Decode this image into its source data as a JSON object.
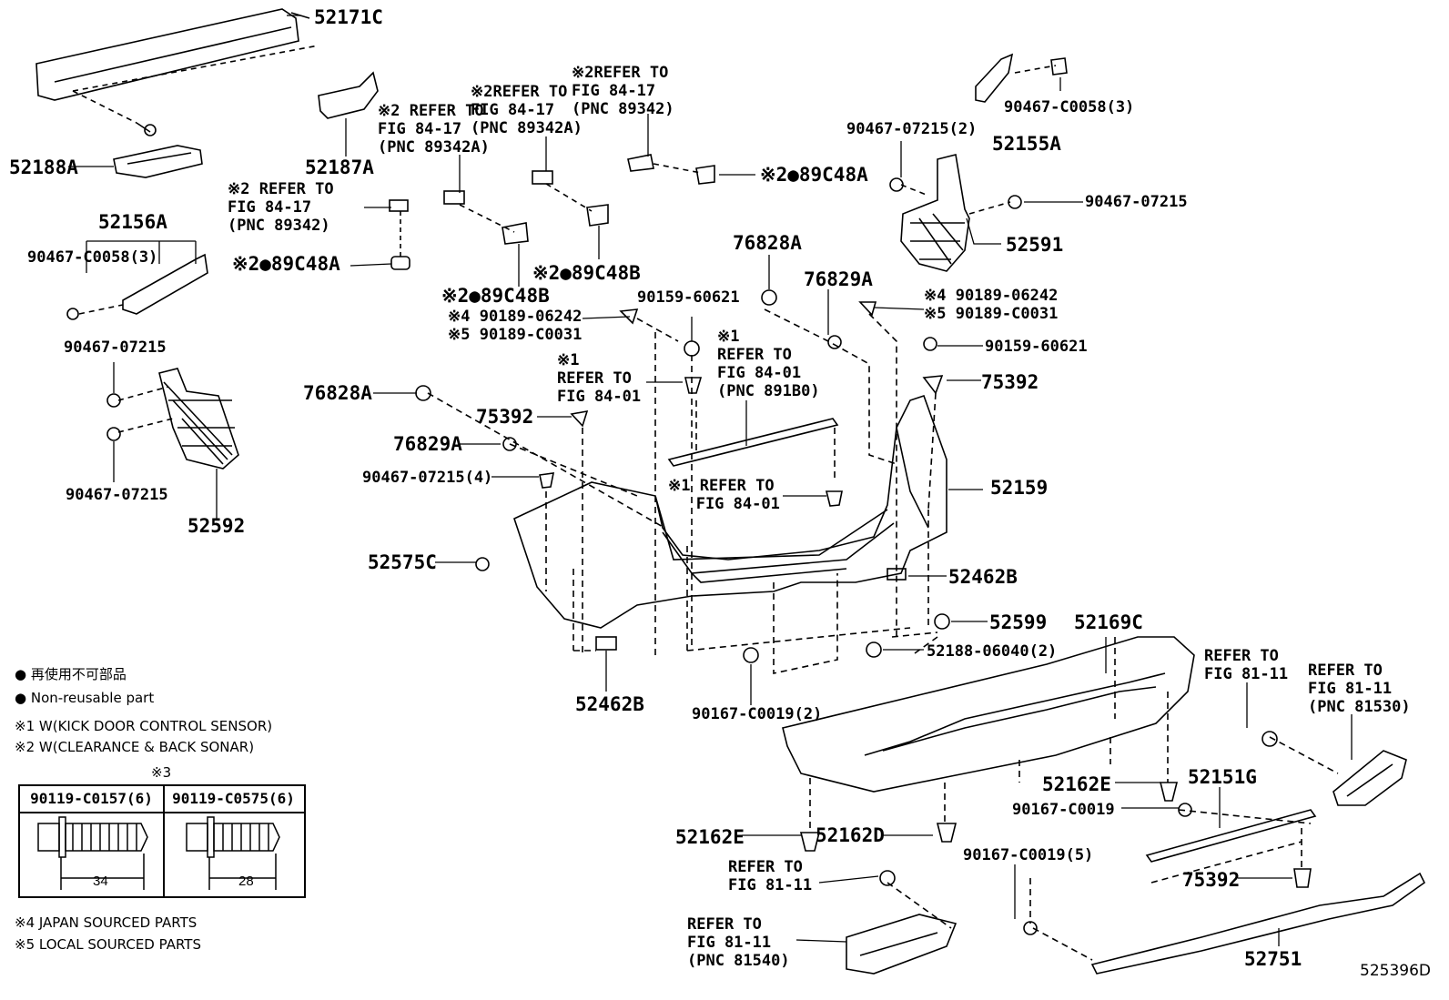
{
  "diagram_id": "525396D",
  "labels": {
    "p52171c": "52171C",
    "p52188a": "52188A",
    "p52187a": "52187A",
    "p52156a": "52156A",
    "p90467_c0058_3_left": "90467-C0058(3)",
    "p90467_07215_left_top": "90467-07215",
    "p90467_07215_left_bot": "90467-07215",
    "p52592": "52592",
    "ref_8417_a": "※2 REFER TO\nFIG 84-17\n(PNC 89342)",
    "ref_8417_b": "※2 REFER TO\nFIG 84-17\n(PNC 89342A)",
    "ref_8417_c": "※2REFER TO\nFIG 84-17\n(PNC 89342A)",
    "ref_8417_d": "※2REFER TO\nFIG 84-17\n(PNC 89342)",
    "p89c48a_left": "※2●89C48A",
    "p89c48b_left": "※2●89C48B",
    "p89c48b_mid": "※2●89C48B",
    "p89c48a_right": "※2●89C48A",
    "p90467_07215_2": "90467-07215(2)",
    "p90467_c0058_3_right": "90467-C0058(3)",
    "p52155a": "52155A",
    "p90467_07215_right": "90467-07215",
    "p52591": "52591",
    "p76828a_top": "76828A",
    "p76829a_top": "76829A",
    "p90159_60621_mid": "90159-60621",
    "p90189_left": "※4 90189-06242\n※5 90189-C0031",
    "p90189_right": "※4 90189-06242\n※5 90189-C0031",
    "p90159_60621_right": "90159-60621",
    "ref_8401_a": "※1\nREFER TO\nFIG 84-01",
    "ref_8401_b": "※1\nREFER TO\nFIG 84-01\n(PNC 891B0)",
    "ref_8401_c": "※1 REFER TO\n   FIG 84-01",
    "p76828a_left": "76828A",
    "p75392_left": "75392",
    "p76829a_left": "76829A",
    "p90467_07215_4": "90467-07215(4)",
    "p52575c": "52575C",
    "p75392_right": "75392",
    "p52159": "52159",
    "p52462b_right": "52462B",
    "p52462b_bot": "52462B",
    "p52599": "52599",
    "p52188_06040": "52188-06040(2)",
    "p52169c": "52169C",
    "p90167_c0019_2": "90167-C0019(2)",
    "ref_8111_a": "REFER TO\nFIG 81-11",
    "ref_8111_b": "REFER TO\nFIG 81-11\n(PNC 81530)",
    "p52162e_right": "52162E",
    "p52151g": "52151G",
    "p90167_c0019_right": "90167-C0019",
    "p52162e_left": "52162E",
    "p52162d": "52162D",
    "ref_8111_c": "REFER TO\nFIG 81-11",
    "p90167_c0019_5": "90167-C0019(5)",
    "p75392_bot": "75392",
    "ref_8111_d": "REFER TO\nFIG 81-11\n(PNC 81540)",
    "p52751": "52751"
  },
  "legend": {
    "nonreuse_ja": "● 再使用不可部品",
    "nonreuse_en": "● Non-reusable part",
    "note1": "※1 W(KICK DOOR CONTROL SENSOR)",
    "note2": "※2 W(CLEARANCE & BACK SONAR)",
    "note4": "※4 JAPAN SOURCED PARTS",
    "note5": "※5 LOCAL SOURCED PARTS"
  },
  "bolt_table": {
    "mark": "※3",
    "col1": "90119-C0157(6)",
    "col2": "90119-C0575(6)",
    "dim1": "34",
    "dim2": "28"
  }
}
